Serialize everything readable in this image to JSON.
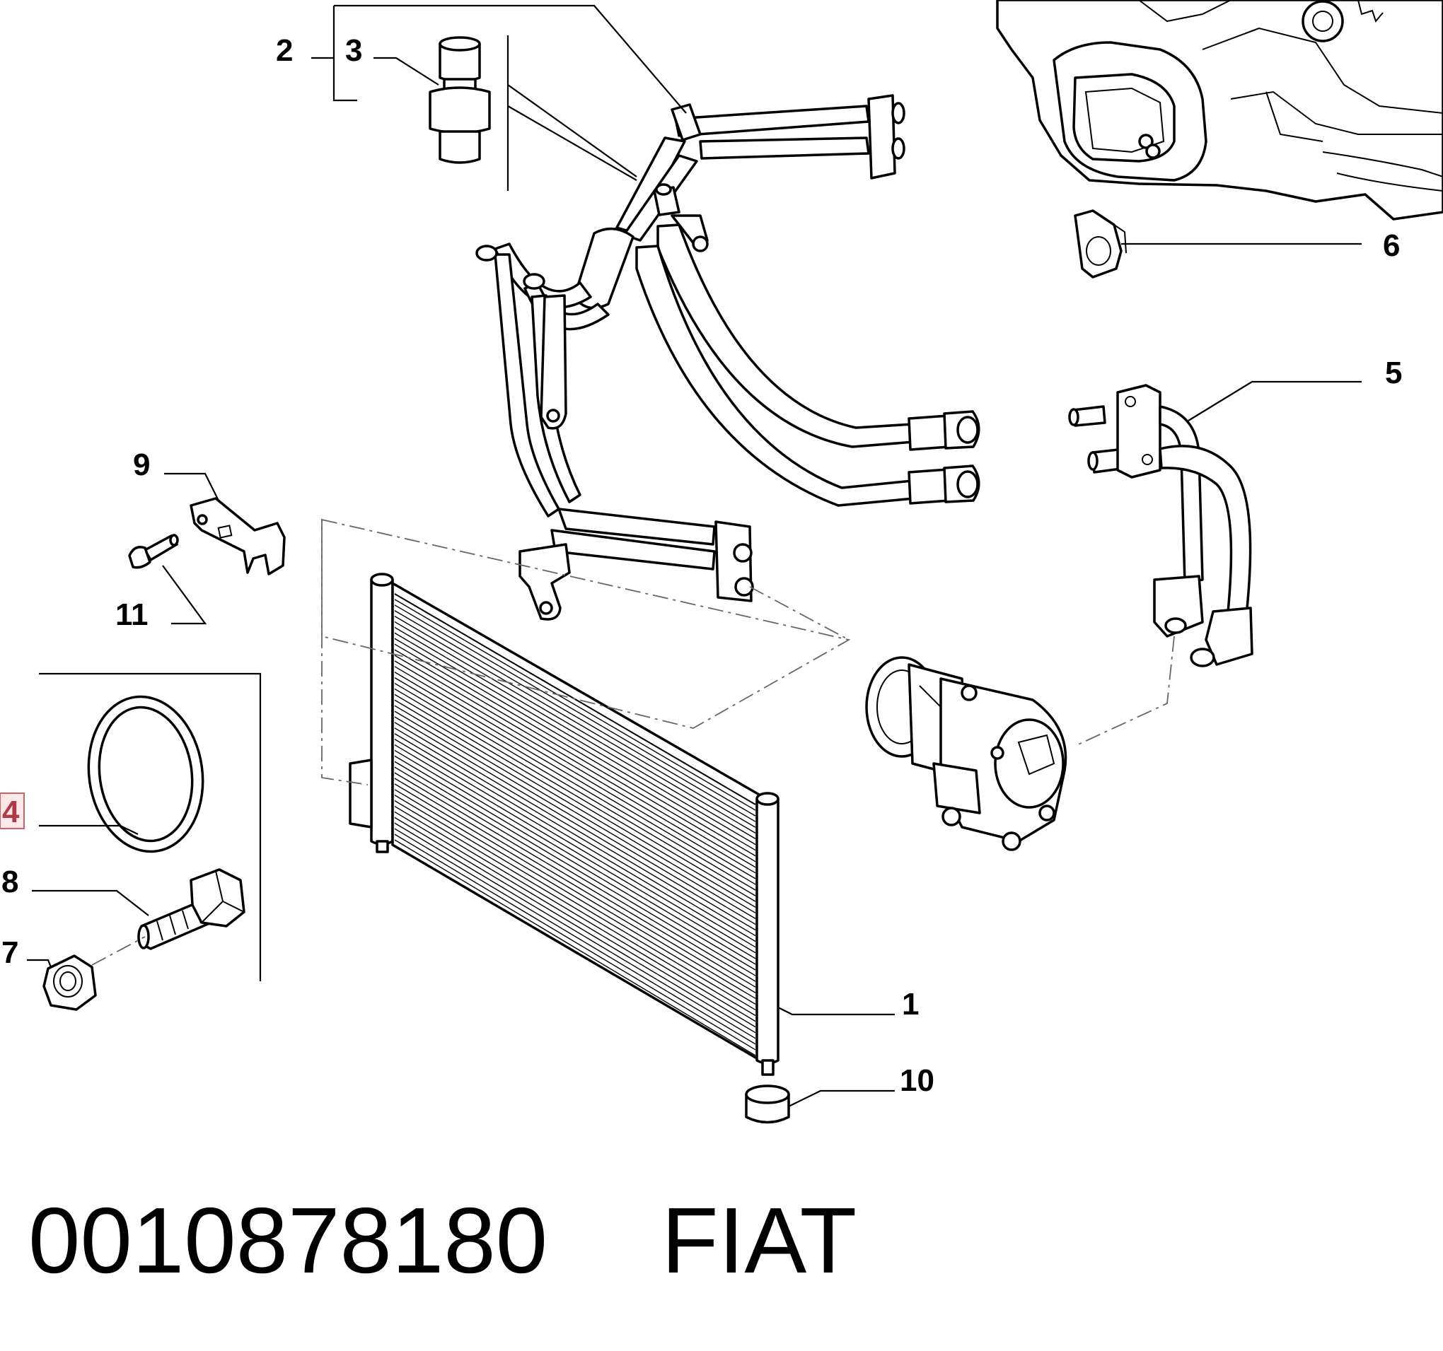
{
  "callouts": [
    {
      "id": "1",
      "label": "1"
    },
    {
      "id": "2",
      "label": "2"
    },
    {
      "id": "3",
      "label": "3"
    },
    {
      "id": "4",
      "label": "4",
      "highlighted": true
    },
    {
      "id": "5",
      "label": "5"
    },
    {
      "id": "6",
      "label": "6"
    },
    {
      "id": "7",
      "label": "7"
    },
    {
      "id": "8",
      "label": "8"
    },
    {
      "id": "9",
      "label": "9"
    },
    {
      "id": "10",
      "label": "10"
    },
    {
      "id": "11",
      "label": "11"
    }
  ],
  "caption": {
    "part_number": "0010878180",
    "brand": "FIAT"
  },
  "colors": {
    "ink": "#000000",
    "highlight_fill": "#fbe9ea",
    "highlight_stroke": "#d0606a",
    "highlight_text": "#b03a48"
  }
}
